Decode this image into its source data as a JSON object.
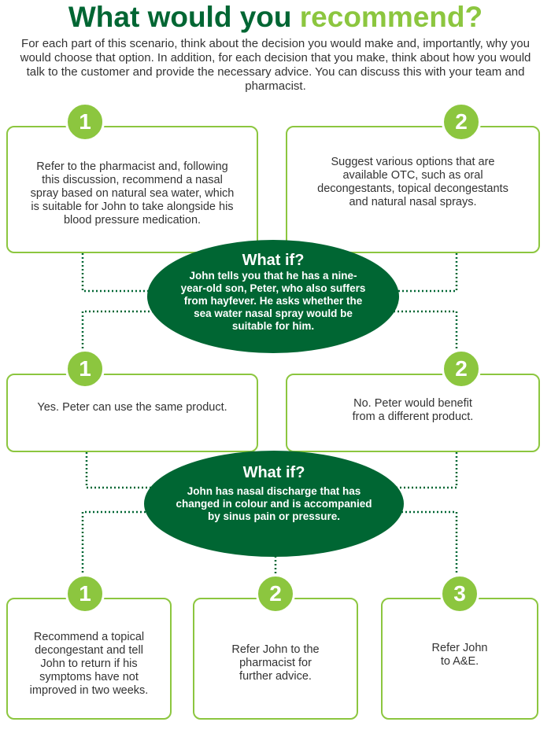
{
  "title": {
    "main": "What would you ",
    "accent": "recommend?"
  },
  "intro": "For each part of this scenario, think about the decision you would make and, importantly, why you would choose that option. In addition, for each decision that you make, think about how you would talk to the customer and provide the necessary advice. You can discuss this with your team and pharmacist.",
  "section1": {
    "options": [
      {
        "number": "1",
        "text": "Refer to the pharmacist and, following this discussion, recommend a nasal spray based on natural sea water, which is suitable for John to take alongside his blood pressure medication."
      },
      {
        "number": "2",
        "text": "Suggest various options that are available OTC, such as oral decongestants, topical decongestants and natural nasal sprays."
      }
    ]
  },
  "whatif1": {
    "heading": "What if?",
    "text_pre": "John tells you that he has a ",
    "text_highlight": "nine-year-old son",
    "text_post": ", Peter, who also suffers from hayfever. He asks whether the sea water nasal spray would be suitable for him."
  },
  "section2": {
    "options": [
      {
        "number": "1",
        "text": "Yes. Peter can use the same product."
      },
      {
        "number": "2",
        "text": "No. Peter would benefit from a different product."
      }
    ]
  },
  "whatif2": {
    "heading": "What if?",
    "text": "John has nasal discharge that has changed in colour and is accompanied by sinus pain or pressure."
  },
  "section3": {
    "options": [
      {
        "number": "1",
        "text": "Recommend a topical decongestant and tell John to return if his symptoms have not improved in two weeks."
      },
      {
        "number": "2",
        "text": "Refer John to the pharmacist for further advice."
      },
      {
        "number": "3",
        "text": "Refer John to A&E."
      }
    ]
  },
  "colors": {
    "dark_green": "#006633",
    "light_green": "#8cc63f",
    "text": "#333333"
  }
}
